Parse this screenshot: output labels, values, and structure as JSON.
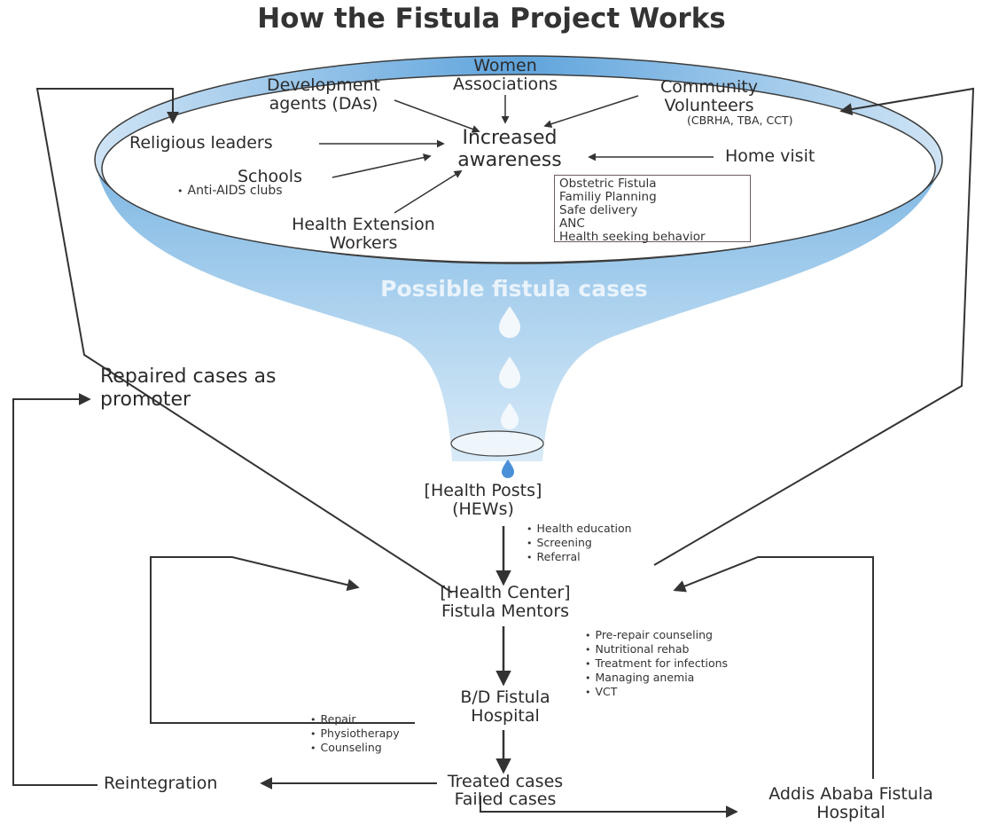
{
  "title": "How the Fistula Project Works",
  "funnel": {
    "women_associations": [
      "Women",
      "Associations"
    ],
    "development_agents": [
      "Development",
      "agents (DAs)"
    ],
    "community_volunteers": [
      "Community",
      "Volunteers"
    ],
    "volunteer_types": "(CBRHA, TBA, CCT)",
    "religious_leaders": "Religious leaders",
    "increased_awareness": [
      "Increased",
      "awareness"
    ],
    "home_visit": "Home visit",
    "schools": "Schools",
    "schools_bullet": "Anti-AIDS clubs",
    "health_extension_workers": [
      "Health Extension",
      "Workers"
    ],
    "topics": [
      "Obstetric Fistula",
      "Familiy Planning",
      "Safe delivery",
      "ANC",
      "Health seeking behavior"
    ],
    "possible_cases": "Possible fistula cases"
  },
  "flow": {
    "repaired_promoter": [
      "Repaired cases as",
      "promoter"
    ],
    "health_posts": [
      "[Health Posts]",
      "(HEWs)"
    ],
    "health_posts_bullets": [
      "Health education",
      "Screening",
      "Referral"
    ],
    "health_center": [
      "[Health Center]",
      "Fistula Mentors"
    ],
    "health_center_bullets": [
      "Pre-repair counseling",
      "Nutritional rehab",
      "Treatment for infections",
      "Managing anemia",
      "VCT"
    ],
    "bd_hospital": [
      "B/D Fistula",
      "Hospital"
    ],
    "bd_bullets": [
      "Repair",
      "Physiotherapy",
      "Counseling"
    ],
    "outcomes": [
      "Treated cases",
      "Failed cases"
    ],
    "reintegration": "Reintegration",
    "addis": [
      "Addis Ababa Fistula",
      "Hospital"
    ]
  },
  "colors": {
    "funnel_blue": "#8fc2e8",
    "funnel_light": "#d6e9f7",
    "arrow": "#333333"
  }
}
